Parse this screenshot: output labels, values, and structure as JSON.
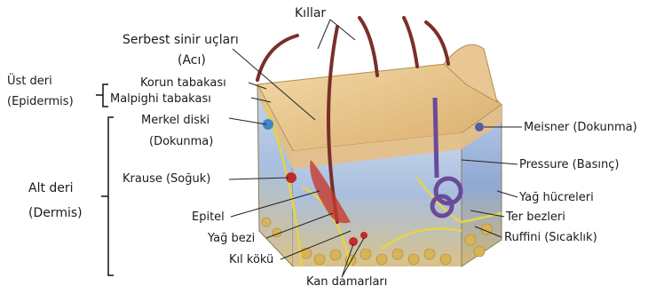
{
  "labels": {
    "killar": "Kıllar",
    "serbest": "Serbest sinir uçları",
    "aci": "(Acı)",
    "ust_deri": "Üst deri",
    "epidermis": "(Epidermis)",
    "korun": "Korun tabakası",
    "malpighi": "Malpighi tabakası",
    "merkel": "Merkel diski",
    "merkel_dokunma": "(Dokunma)",
    "alt_deri": "Alt deri",
    "dermis": "(Dermis)",
    "krause": "Krause (Soğuk)",
    "epitel": "Epitel",
    "yag_bezi": "Yağ bezi",
    "kil_koku": "Kıl kökü",
    "kan": "Kan damarları",
    "meisner": "Meisner (Dokunma)",
    "pressure": "Pressure (Basınç)",
    "yag_hucreleri": "Yağ hücreleri",
    "ter": "Ter bezleri",
    "ruffini": "Ruffini (Sıcaklık)"
  },
  "colors": {
    "skin_top": "#e8c48e",
    "dermis_blue": "#9fb6d8",
    "fat": "#d7b35a",
    "hair": "#7a2f2a",
    "nerve": "#e3d24a",
    "sweat": "#6a4a9a"
  }
}
